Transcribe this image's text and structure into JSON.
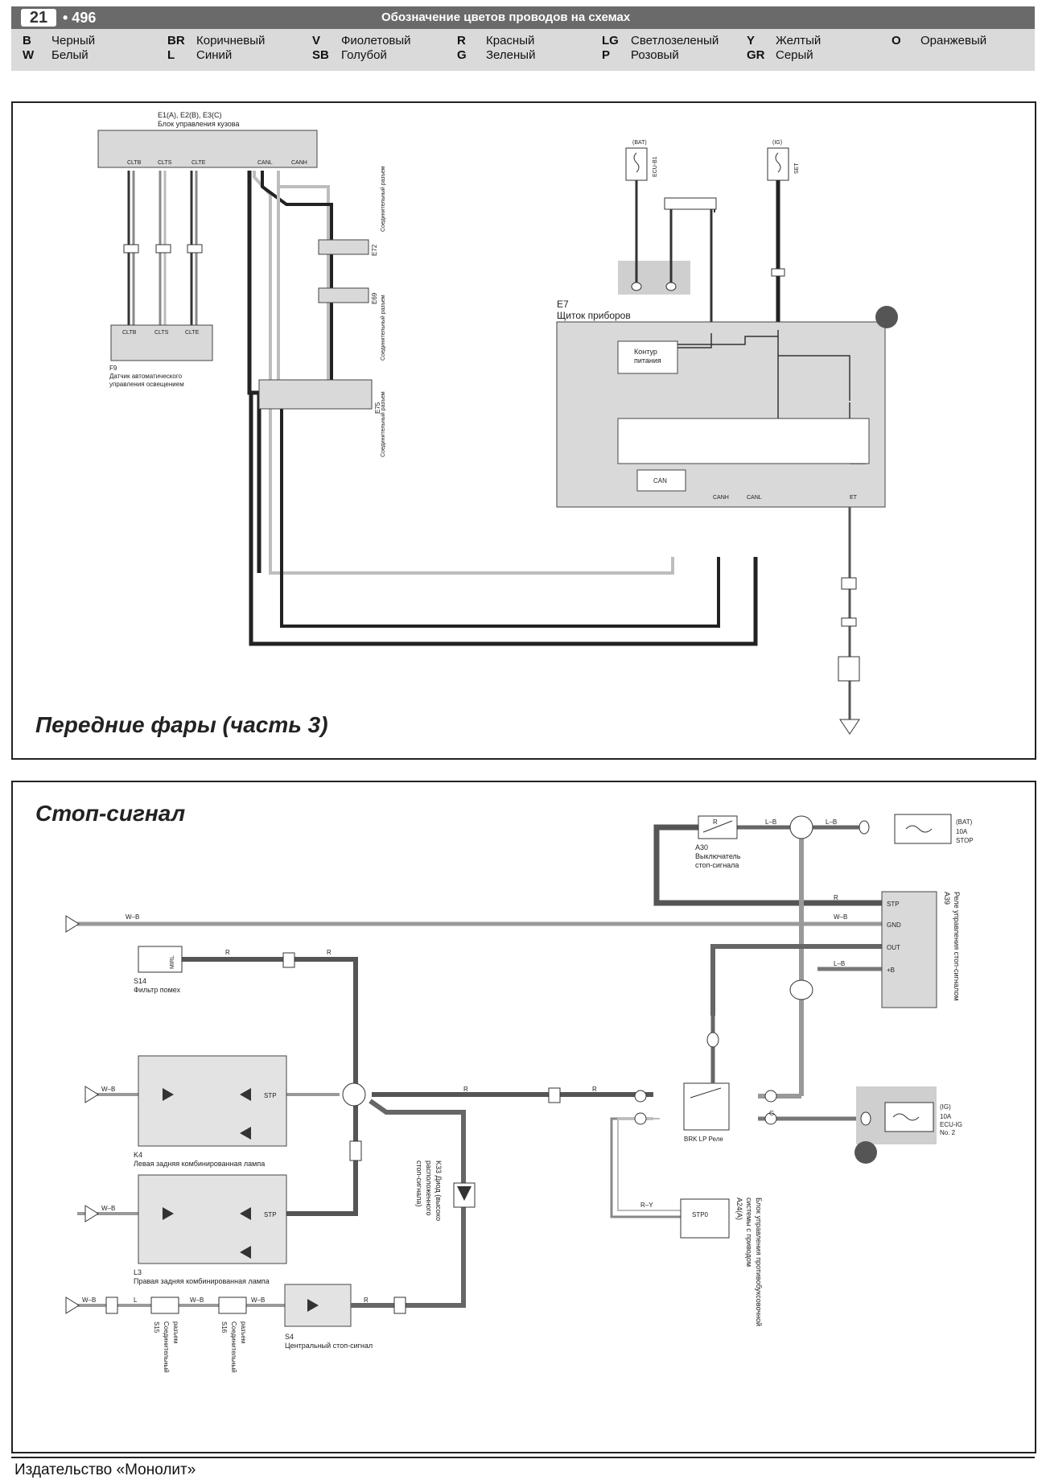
{
  "header": {
    "chapter": "21",
    "page": "• 496",
    "title": "Обозначение цветов проводов на схемах"
  },
  "legend": [
    {
      "code": "B",
      "name": "Черный"
    },
    {
      "code": "W",
      "name": "Белый"
    },
    {
      "code": "BR",
      "name": "Коричневый"
    },
    {
      "code": "L",
      "name": "Синий"
    },
    {
      "code": "V",
      "name": "Фиолетовый"
    },
    {
      "code": "SB",
      "name": "Голубой"
    },
    {
      "code": "R",
      "name": "Красный"
    },
    {
      "code": "G",
      "name": "Зеленый"
    },
    {
      "code": "LG",
      "name": "Светлозеленый"
    },
    {
      "code": "P",
      "name": "Розовый"
    },
    {
      "code": "Y",
      "name": "Желтый"
    },
    {
      "code": "GR",
      "name": "Серый"
    },
    {
      "code": "O",
      "name": "Оранжевый"
    }
  ],
  "panel1": {
    "title": "Передние фары (часть 3)",
    "body_unit_id": "E1(A), E2(B), E3(C)",
    "body_unit_name": "Блок управления кузова",
    "body_pins": [
      "CLTB",
      "CLTS",
      "CLTE",
      "CANL",
      "CANH"
    ],
    "sensor_id": "F9",
    "sensor_name_1": "Датчик автоматического",
    "sensor_name_2": "управления освещением",
    "sensor_pins": [
      "CLTB",
      "CLTS",
      "CLTE"
    ],
    "connector_label": "Соединительный разъем",
    "conn_e72": "E72",
    "conn_e69": "E69",
    "conn_e75": "E75",
    "fuse1_name": "ECU-B1",
    "fuse1_src": "(BAT)",
    "fuse2_name": "SET",
    "fuse2_src": "(IG)",
    "cluster_id": "E7",
    "cluster_name": "Щиток приборов",
    "power_circuit_1": "Контур",
    "power_circuit_2": "питания",
    "can_label": "CAN",
    "canh": "CANH",
    "canl": "CANL",
    "gnd_label": "ET"
  },
  "panel2": {
    "title": "Стоп-сигнал",
    "a30_id": "A30",
    "a30_name_1": "Выключатель",
    "a30_name_2": "стоп-сигнала",
    "stop_fuse_1": "10A",
    "stop_fuse_2": "STOP",
    "bat": "(BAT)",
    "a39_id": "A39",
    "a39_name": "Реле управления стоп-сигналом",
    "a39_pins": [
      "STP",
      "GND",
      "OUT",
      "+B"
    ],
    "s14_id": "S14",
    "s14_name": "Фильтр помех",
    "s14_pin": "MIRL",
    "k4_id": "K4",
    "k4_name": "Левая задняя комбинированная лампа",
    "l3_id": "L3",
    "l3_name": "Правая задняя комбинированная лампа",
    "s4_id": "S4",
    "s4_name": "Центральный стоп-сигнал",
    "s15_id": "S15",
    "s16_id": "S16",
    "conn_word_1": "Соединительный",
    "conn_word_2": "разъем",
    "k33_line_1": "K33 Диод (высоко",
    "k33_line_2": "расположенного",
    "k33_line_3": "стоп-сигнала)",
    "relay_name": "BRK LP Реле",
    "ecuig_1": "10A",
    "ecuig_2": "ECU-IG",
    "ecuig_3": "No. 2",
    "ig": "(IG)",
    "a24_id": "A24(A)",
    "a24_line_1": "Блок управления противобуксовочной",
    "a24_line_2": "системы с приводом",
    "a24_pin": "STP0",
    "wires": {
      "R": "R",
      "LB": "L–B",
      "WB": "W–B",
      "G": "G",
      "RY": "R–Y",
      "L": "L"
    },
    "stp": "STP"
  },
  "footer": "Издательство «Монолит»"
}
